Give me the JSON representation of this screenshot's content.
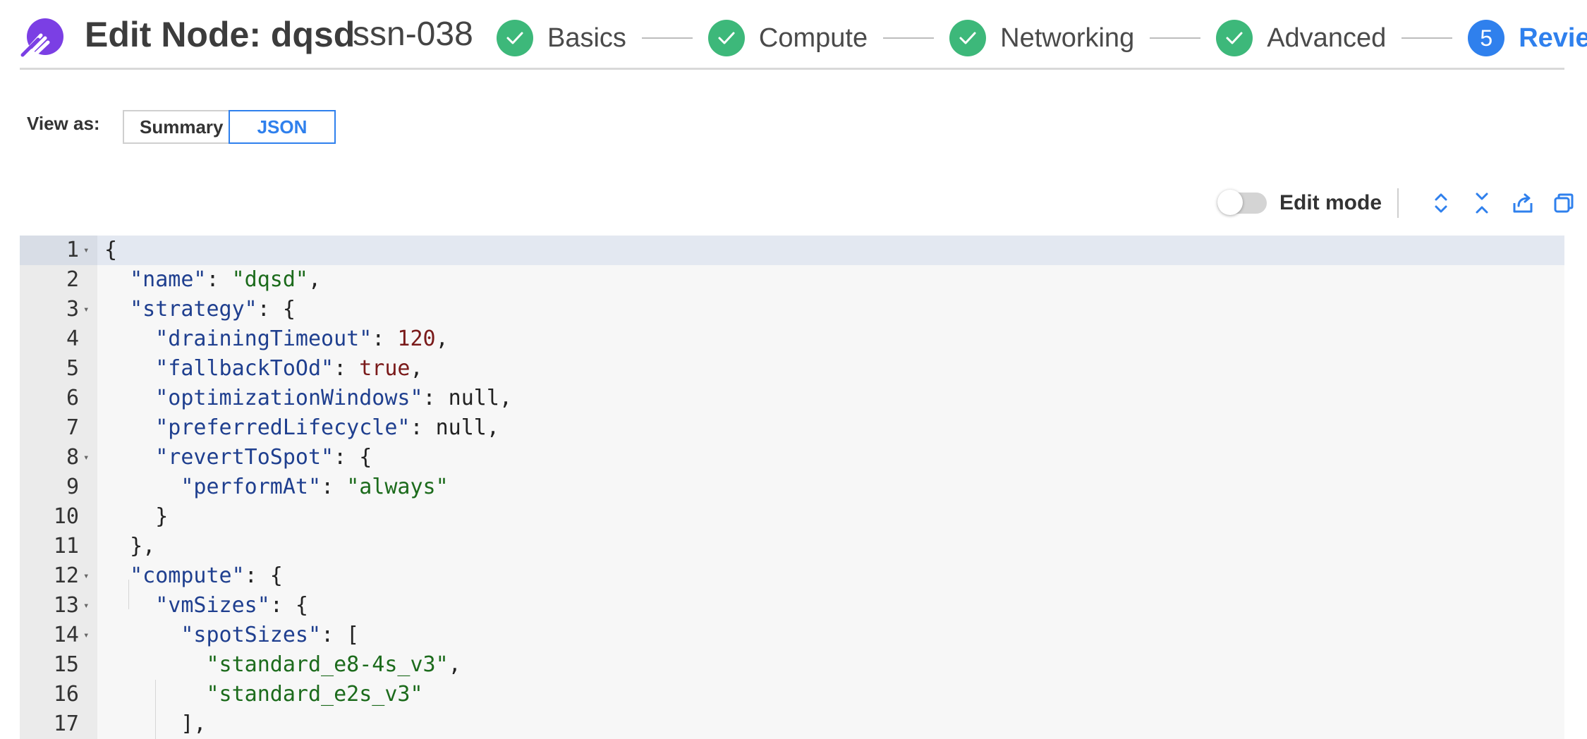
{
  "header": {
    "logo_icon": "logo-icon",
    "title": "Edit Node: dqsd",
    "subtitle": "ssn-038",
    "steps": [
      {
        "label": "Basics",
        "state": "done"
      },
      {
        "label": "Compute",
        "state": "done"
      },
      {
        "label": "Networking",
        "state": "done"
      },
      {
        "label": "Advanced",
        "state": "done"
      },
      {
        "label": "Review",
        "state": "active",
        "number": "5"
      }
    ]
  },
  "view_as": {
    "label": "View as:",
    "options": [
      "Summary",
      "JSON"
    ],
    "selected": "JSON"
  },
  "toolbar": {
    "edit_mode_label": "Edit mode",
    "edit_mode_on": false,
    "icons": [
      "expand-all-icon",
      "collapse-all-icon",
      "export-icon",
      "copy-icon"
    ]
  },
  "editor": {
    "lines": [
      {
        "n": "1",
        "text": "{",
        "fold": true
      },
      {
        "n": "2",
        "text": "  \"name\": \"dqsd\","
      },
      {
        "n": "3",
        "text": "  \"strategy\": {",
        "fold": true
      },
      {
        "n": "4",
        "text": "    \"drainingTimeout\": 120,"
      },
      {
        "n": "5",
        "text": "    \"fallbackToOd\": true,"
      },
      {
        "n": "6",
        "text": "    \"optimizationWindows\": null,"
      },
      {
        "n": "7",
        "text": "    \"preferredLifecycle\": null,"
      },
      {
        "n": "8",
        "text": "    \"revertToSpot\": {",
        "fold": true
      },
      {
        "n": "9",
        "text": "      \"performAt\": \"always\""
      },
      {
        "n": "10",
        "text": "    }"
      },
      {
        "n": "11",
        "text": "  },"
      },
      {
        "n": "12",
        "text": "  \"compute\": {",
        "fold": true
      },
      {
        "n": "13",
        "text": "    \"vmSizes\": {",
        "fold": true
      },
      {
        "n": "14",
        "text": "      \"spotSizes\": [",
        "fold": true
      },
      {
        "n": "15",
        "text": "        \"standard_e8-4s_v3\","
      },
      {
        "n": "16",
        "text": "        \"standard_e2s_v3\""
      },
      {
        "n": "17",
        "text": "      ],"
      }
    ]
  },
  "colors": {
    "accent": "#2f80ed",
    "success": "#3db87a",
    "key": "#1f3f8f",
    "string": "#1c6b1c",
    "number": "#7a1a1a"
  }
}
